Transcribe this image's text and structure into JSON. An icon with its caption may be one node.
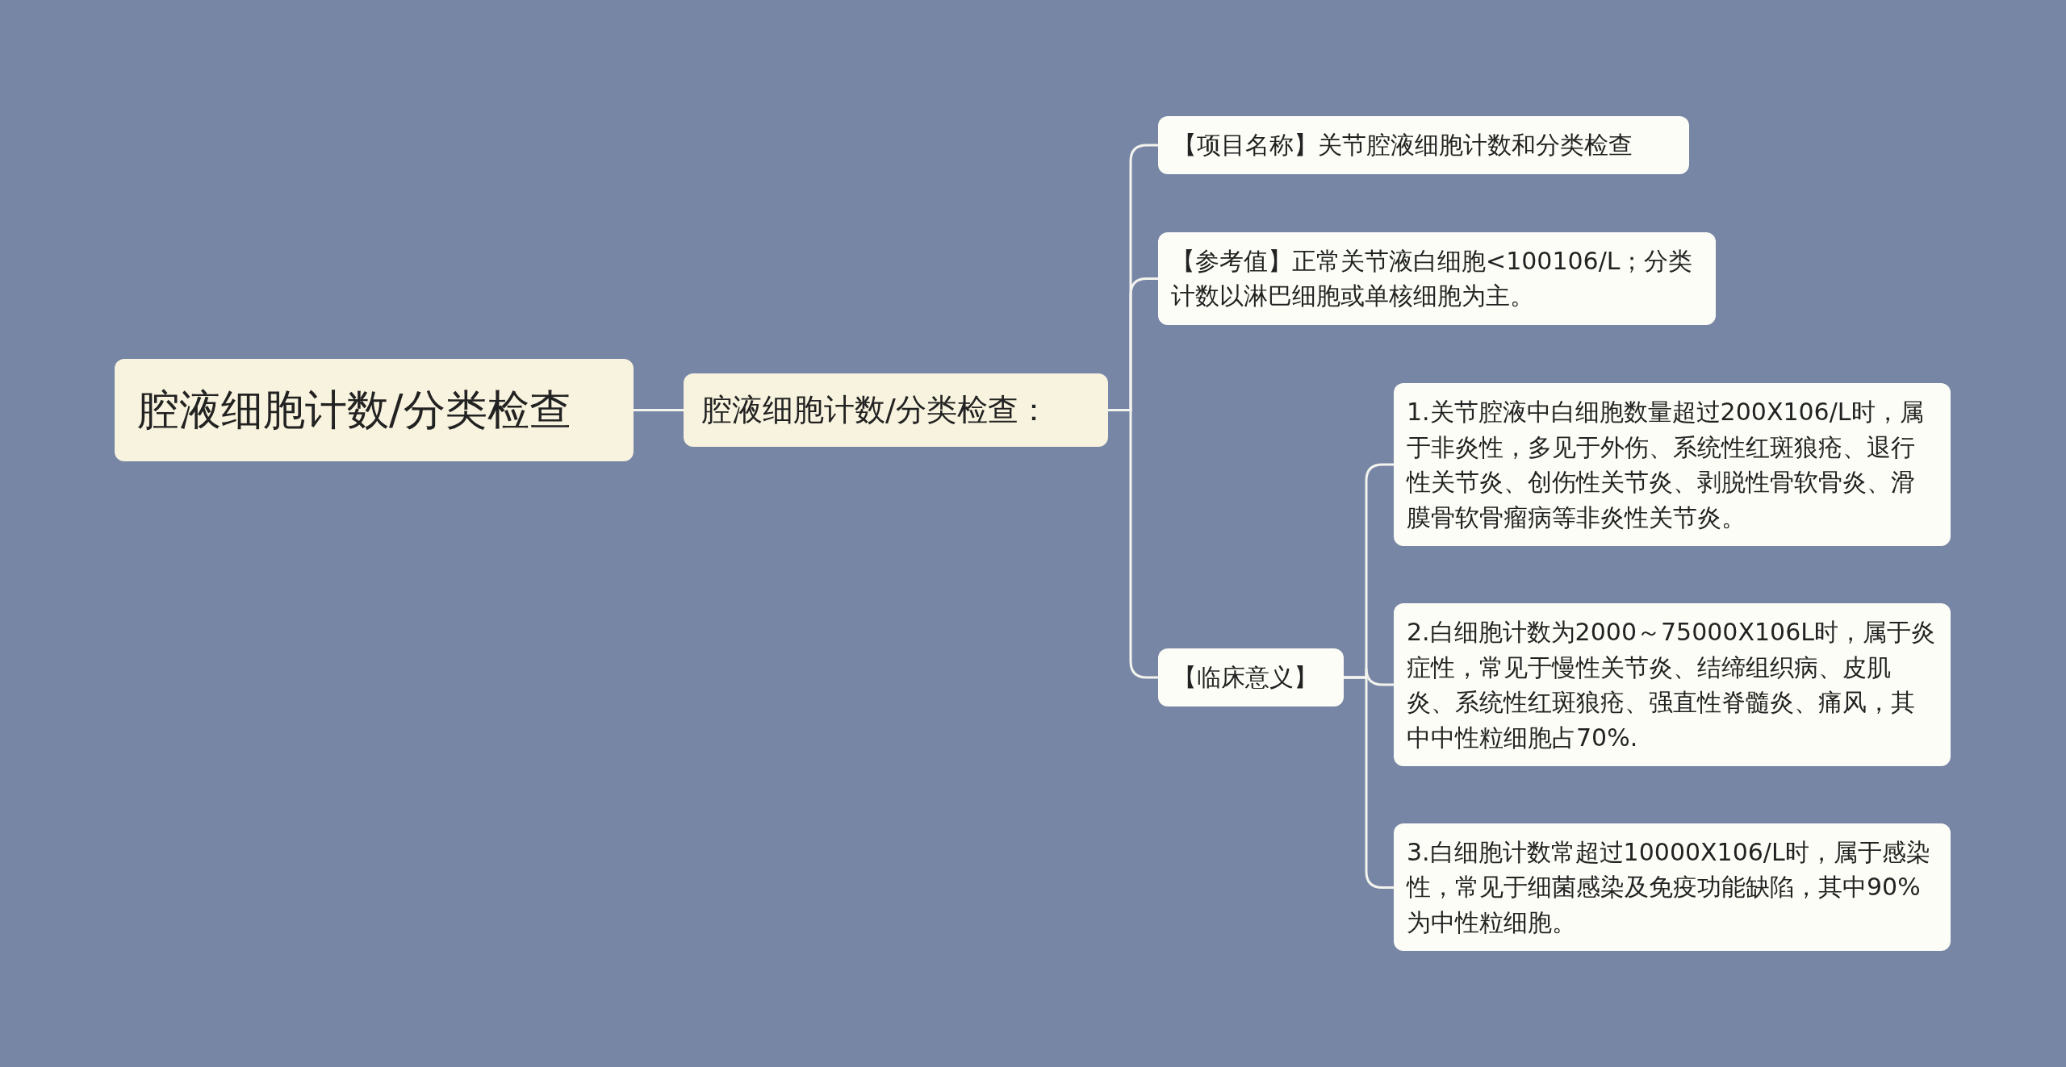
{
  "diagram": {
    "nodes": [
      {
        "text": [
          "腔液细胞计数/分类检查"
        ]
      },
      {
        "text": [
          "腔液细胞计数/分类检查："
        ]
      },
      {
        "text": [
          "【项目名称】关节腔液细胞计数和分类检查"
        ]
      },
      {
        "text": [
          "【参考值】正常关节液白细胞<100106/L；分类计数以淋巴细胞或单核细胞为主。"
        ]
      },
      {
        "text": [
          "【临床意义】"
        ]
      },
      {
        "text": [
          "1.关节腔液中白细胞数量超过200X106/L时，属于非炎性，多见于外伤、系统性红斑狼疮、退行性关节炎、创伤性关节炎、剥脱性骨软骨炎、滑膜骨软骨瘤病等非炎性关节炎。"
        ]
      },
      {
        "text": [
          "2.白细胞计数为2000～75000X106L时，属于炎症性，常见于慢性关节炎、结缔组织病、皮肌炎、系统性红斑狼疮、强直性脊髓炎、痛风，其中中性粒细胞占70%."
        ]
      },
      {
        "text": [
          "3.白细胞计数常超过10000X106/L时，属于感染性，常见于细菌感染及免疫功能缺陷，其中90%为中性粒细胞。"
        ]
      }
    ],
    "edges": [
      {
        "from": 0,
        "to": 1,
        "arrow": "none"
      },
      {
        "from": 1,
        "to": 2,
        "arrow": "none"
      },
      {
        "from": 1,
        "to": 3,
        "arrow": "none"
      },
      {
        "from": 1,
        "to": 4,
        "arrow": "none"
      },
      {
        "from": 4,
        "to": 5,
        "arrow": "none"
      },
      {
        "from": 4,
        "to": 6,
        "arrow": "none"
      },
      {
        "from": 4,
        "to": 7,
        "arrow": "none"
      }
    ]
  }
}
